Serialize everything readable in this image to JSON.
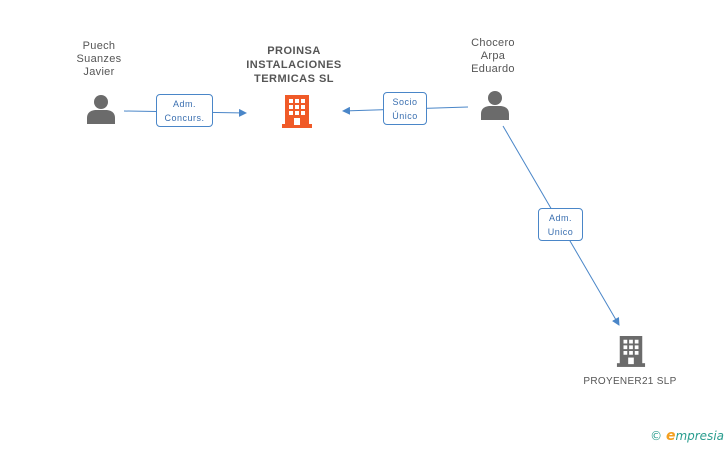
{
  "nodes": {
    "puech": {
      "lines": [
        "Puech",
        "Suanzes",
        "Javier"
      ]
    },
    "proinsa": {
      "lines": [
        "PROINSA",
        "INSTALACIONES",
        "TERMICAS SL"
      ]
    },
    "chocero": {
      "lines": [
        "Chocero",
        "Arpa",
        "Eduardo"
      ]
    },
    "proyener": {
      "lines": [
        "PROYENER21 SLP"
      ]
    }
  },
  "edges": {
    "puech_proinsa": {
      "lines": [
        "Adm.",
        "Concurs."
      ]
    },
    "chocero_proinsa": {
      "lines": [
        "Socio",
        "Único"
      ]
    },
    "chocero_proyener": {
      "lines": [
        "Adm.",
        "Unico"
      ]
    }
  },
  "colors": {
    "accent": "#f05a28",
    "company": "#6b6b6b",
    "person": "#6b6b6b",
    "edge": "#4a86c8"
  },
  "brand": {
    "copyright": "©",
    "e": "e",
    "rest": "mpresia"
  }
}
